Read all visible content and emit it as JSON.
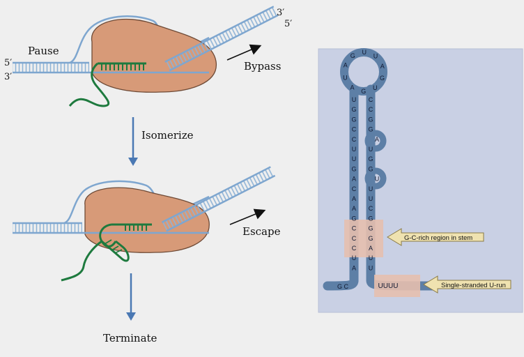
{
  "colors": {
    "dna": "#7ea6cf",
    "polymerase": "#d79a78",
    "rna": "#1e7a3e",
    "arrow": "#4a78b3",
    "panel": "#c9d0e4",
    "stem": "#5d7fa6",
    "highlight": "#e6bfae",
    "callout": "#efe2b0"
  },
  "left_diagram": {
    "strand_top": "5′",
    "strand_bottom": "3′",
    "strand_out_top": "3′",
    "strand_out_bottom": "5′",
    "pause": "Pause",
    "bypass": "Bypass",
    "isomerize": "Isomerize",
    "escape": "Escape",
    "terminate": "Terminate"
  },
  "hairpin": {
    "loop": [
      "A",
      "G",
      "U",
      "U",
      "A",
      "G",
      "U",
      "G",
      "A",
      "U"
    ],
    "left_arm": [
      "U",
      "G",
      "G",
      "C",
      "C",
      "U",
      "U",
      "G",
      "A",
      "C",
      "A",
      "A",
      "G",
      "C",
      "C",
      "C",
      "U",
      "A"
    ],
    "right_arm": [
      "C",
      "C",
      "G",
      "G",
      "A",
      "U",
      "G",
      "G",
      "U",
      "U",
      "U",
      "C",
      "G",
      "G",
      "G",
      "A",
      "U",
      "U"
    ],
    "tail_left": "G C",
    "u_run": "UUUU",
    "callout_gc": "G-C-rich region in stem",
    "callout_u": "Single-stranded U-run"
  }
}
